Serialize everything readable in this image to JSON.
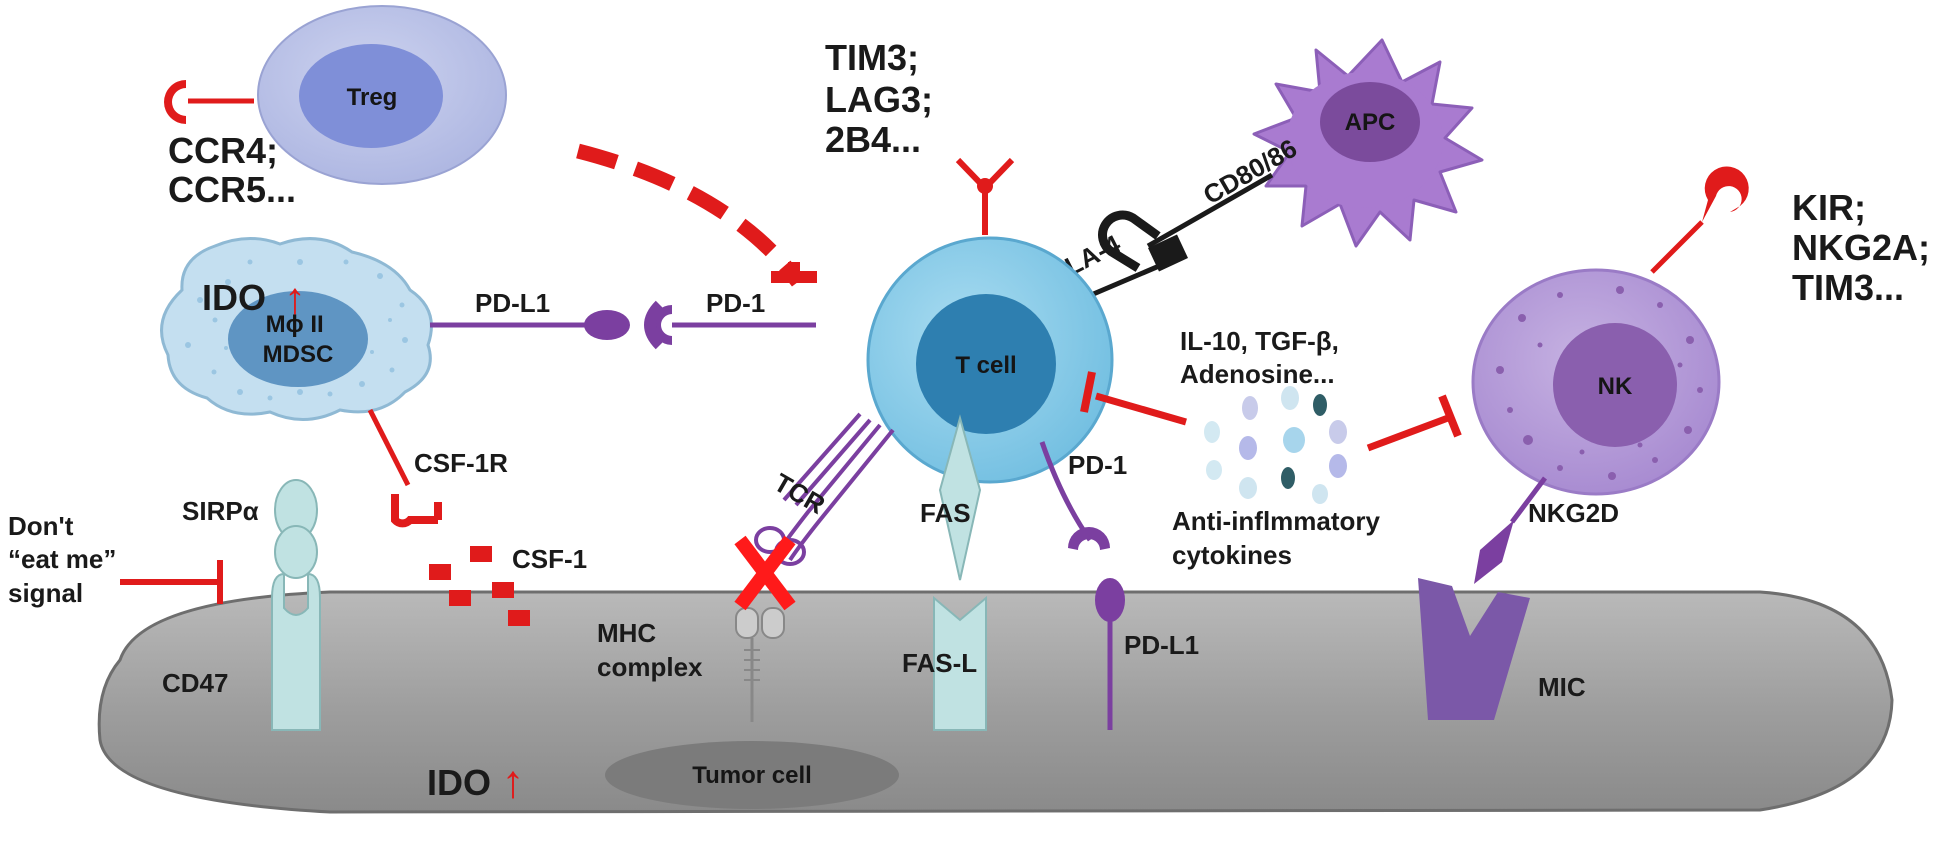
{
  "cells": {
    "treg": "Treg",
    "apc": "APC",
    "t_cell": "T cell",
    "nk": "NK",
    "macrophage_line1": "Mϕ II",
    "macrophage_line2": "MDSC",
    "tumor": "Tumor cell"
  },
  "labels": {
    "checkpoints_t": [
      "TIM3;",
      "LAG3;",
      "2B4..."
    ],
    "chemokine_receptors": [
      "CCR4;",
      "CCR5..."
    ],
    "nk_receptors": [
      "KIR;",
      "NKG2A;",
      "TIM3..."
    ],
    "cd80_86": "CD80/86",
    "ctla4": "CTLA-4",
    "ido_macrophage": "IDO",
    "ido_tumor": "IDO",
    "up_arrow": "↑",
    "pd_l1_macrophage": "PD-L1",
    "pd_1_top": "PD-1",
    "pd_1_lower": "PD-1",
    "pd_l1_tumor": "PD-L1",
    "cytokine_list": [
      "IL-10, TGF-β,",
      "Adenosine..."
    ],
    "cytokine_caption": [
      "Anti-inflmmatory",
      "cytokines"
    ],
    "csf1r": "CSF-1R",
    "csf1": "CSF-1",
    "sirpa": "SIRPα",
    "dont_eat_me": [
      "Don't",
      "“eat me”",
      "signal"
    ],
    "cd47": "CD47",
    "tcr": "TCR",
    "mhc": [
      "MHC",
      "complex"
    ],
    "fas": "FAS",
    "fas_l": "FAS-L",
    "nkg2d": "NKG2D",
    "mic": "MIC"
  },
  "colors": {
    "inhibition": "#e01b1b",
    "pd_axis": "#7b3fa0",
    "t_cell_outer": "#7cc3e2",
    "t_cell_nucleus": "#2e7fb0",
    "treg_outer": "#b5bde6",
    "treg_nucleus": "#7f8fd8",
    "apc": "#a97bd0",
    "nk_outer": "#b194d6",
    "nk_nucleus": "#8a5fae",
    "macrophage": "#c4dff0",
    "tumor": "#9c9c9c"
  }
}
